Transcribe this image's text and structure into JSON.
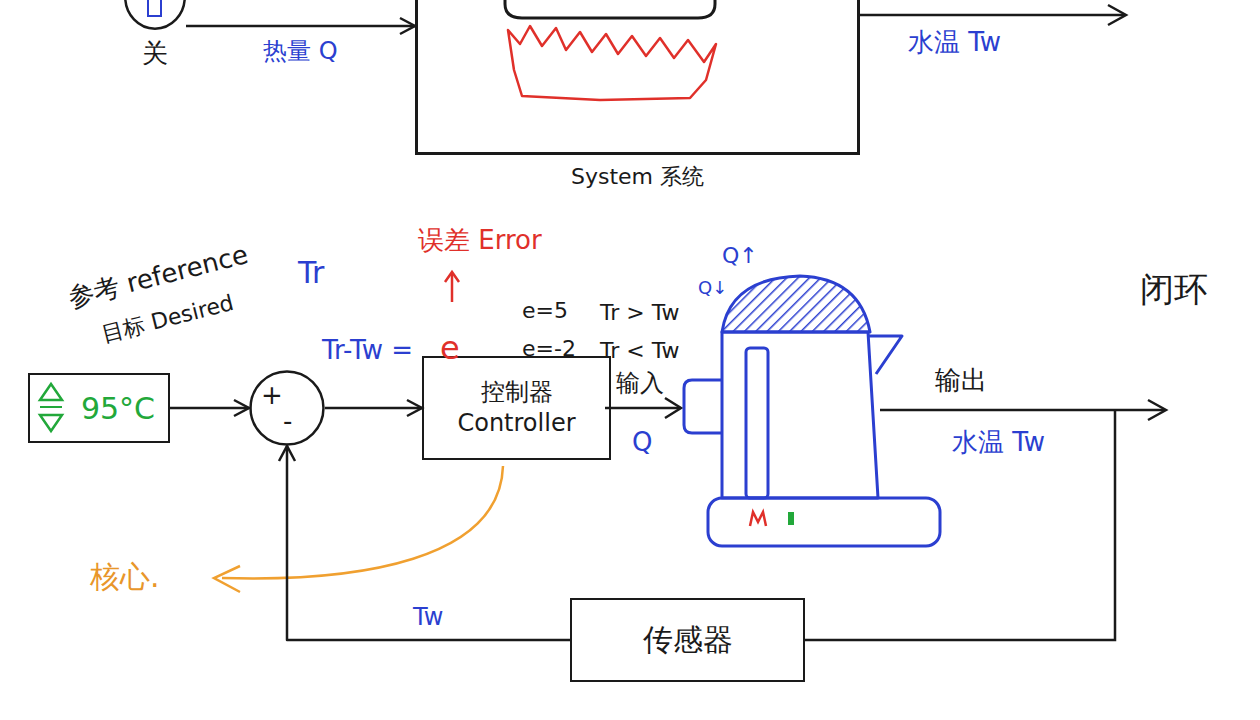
{
  "diagram": {
    "nodes": [
      {
        "text": [
          "关"
        ]
      },
      {
        "text": [
          "System 系统"
        ]
      },
      {
        "text": [
          "95°C"
        ]
      },
      {
        "text": [
          "+",
          "-"
        ]
      },
      {
        "text": [
          "控制器 Controller"
        ]
      },
      {
        "text": [
          "传感器"
        ]
      }
    ],
    "edges": [
      {
        "from": 0,
        "to": 1,
        "arrow": "to",
        "label": "热量 Q"
      },
      {
        "from": 2,
        "to": 3,
        "arrow": "to"
      },
      {
        "from": 3,
        "to": 4,
        "arrow": "to"
      },
      {
        "from": 5,
        "to": 3,
        "arrow": "to",
        "label": "Tw"
      }
    ],
    "labels": [
      "水温 Tw",
      "参考 reference",
      "Tr",
      "目标 Desired",
      "误差 Error",
      "Tr-Tw =",
      "e",
      "e=5",
      "Tr > Tw",
      "Q↑",
      "e=-2",
      "Tr < Tw",
      "Q↓",
      "输入",
      "Q",
      "输出",
      "水温 Tw",
      "核心.",
      "闭环"
    ]
  }
}
